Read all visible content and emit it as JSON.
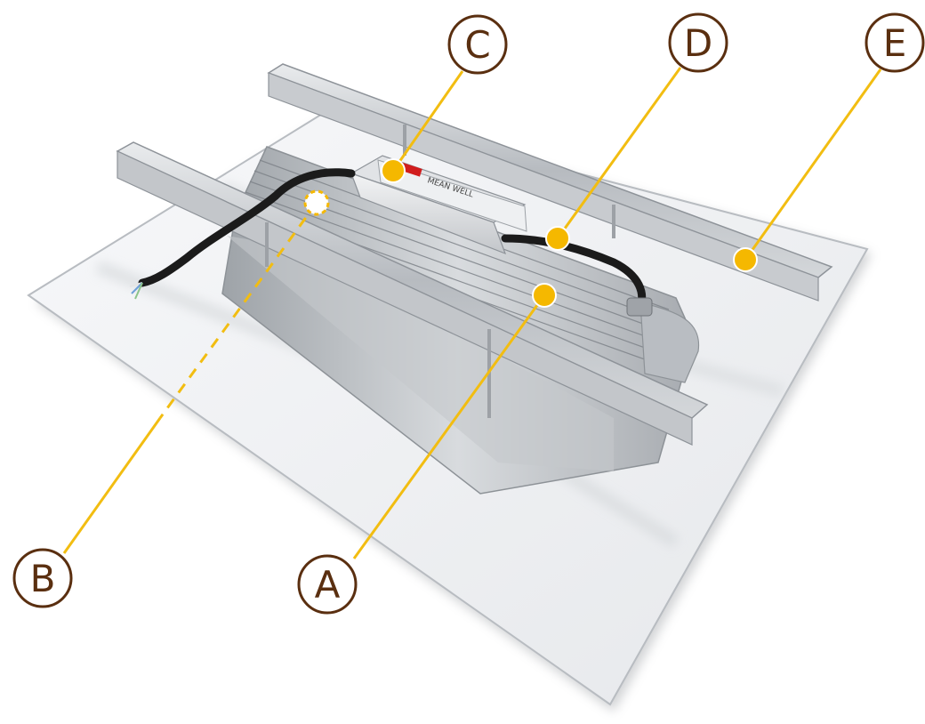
{
  "callouts": {
    "a": {
      "letter": "A",
      "part": "heatsink"
    },
    "b": {
      "letter": "B",
      "part": "hidden-cable-entry"
    },
    "c": {
      "letter": "C",
      "part": "led-driver"
    },
    "d": {
      "letter": "D",
      "part": "cable-gland"
    },
    "e": {
      "letter": "E",
      "part": "mounting-rail"
    }
  },
  "driver_label": {
    "brand": "MEAN WELL"
  },
  "colors": {
    "leader_line": "#f2bd11",
    "marker_dot": "#f5b800",
    "callout_letter": "#5a2f10",
    "panel": "#f3f4f6",
    "aluminum": "#c9ccd0",
    "cable": "#1b1b1b"
  },
  "icons": {
    "callout_marker": "circle-dot-icon"
  }
}
